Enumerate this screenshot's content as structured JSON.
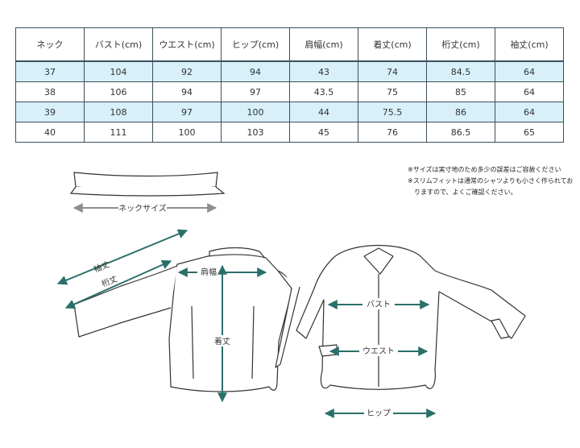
{
  "table": {
    "headers": [
      "ネック",
      "バスト(cm)",
      "ウエスト(cm)",
      "ヒップ(cm)",
      "肩幅(cm)",
      "着丈(cm)",
      "桁丈(cm)",
      "袖丈(cm)"
    ],
    "rows": [
      [
        "37",
        "104",
        "92",
        "94",
        "43",
        "74",
        "84.5",
        "64"
      ],
      [
        "38",
        "106",
        "94",
        "97",
        "43.5",
        "75",
        "85",
        "64"
      ],
      [
        "39",
        "108",
        "97",
        "100",
        "44",
        "75.5",
        "86",
        "64"
      ],
      [
        "40",
        "111",
        "100",
        "103",
        "45",
        "76",
        "86.5",
        "65"
      ]
    ]
  },
  "notes": {
    "line1": "※サイズは実寸地のため多少の誤差はご容赦ください",
    "line2": "※スリムフィットは通常のシャツよりも小さく作られてお",
    "line3": "りますので、よくご確認ください。"
  },
  "labels": {
    "neck_size": "ネックサイズ",
    "sleeve_length": "袖丈",
    "yuki_length": "桁丈",
    "shoulder_width": "肩幅",
    "body_length": "着丈",
    "bust": "バスト",
    "waist": "ウエスト",
    "hip": "ヒップ"
  },
  "colors": {
    "table_border": "#3d4f5c",
    "row_highlight": "#d7f0f9",
    "arrow": "#2a6f6a",
    "collar_arrow": "#8a8f94",
    "shirt_outline": "#333333"
  }
}
